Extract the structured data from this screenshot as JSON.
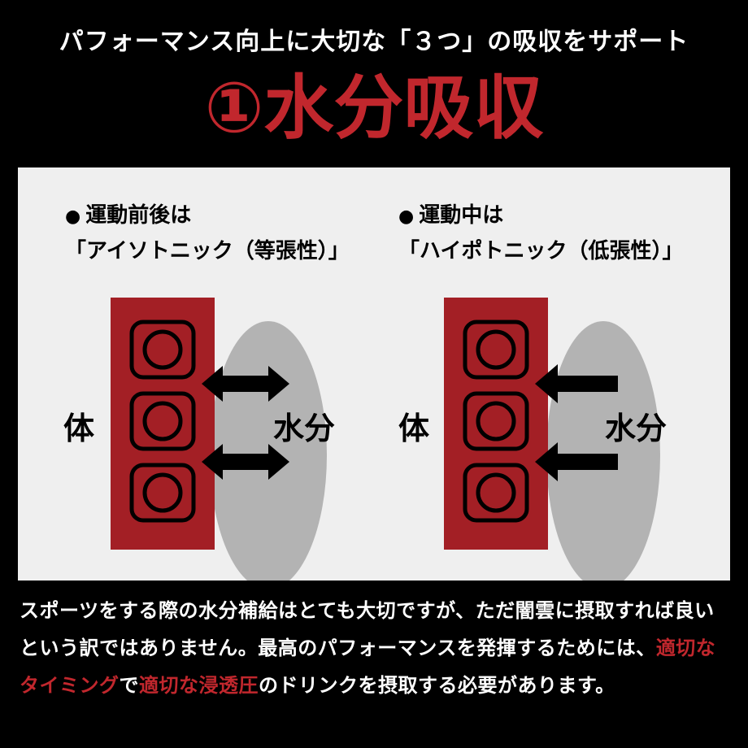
{
  "header": {
    "subtitle": "パフォーマンス向上に大切な「３つ」の吸収をサポート",
    "number": "①",
    "title": "水分吸収"
  },
  "panels": [
    {
      "heading": "運動前後は",
      "subheading": "「アイソトニック（等張性）」",
      "body_label": "体",
      "water_label": "水分",
      "arrow_type": "bidirectional"
    },
    {
      "heading": "運動中は",
      "subheading": "「ハイポトニック（低張性）」",
      "body_label": "体",
      "water_label": "水分",
      "arrow_type": "inward"
    }
  ],
  "description": {
    "part1": "スポーツをする際の水分補給はとても大切ですが、ただ闇雲に摂取すれば良いという訳ではありません。最高のパフォーマンスを発揮するためには、",
    "highlight1": "適切なタイミング",
    "part2": "で",
    "highlight2": "適切な浸透圧",
    "part3": "のドリンクを摂取する必要があります。"
  },
  "colors": {
    "accent_red": "#c1272d",
    "cell_red": "#a31f25",
    "water_gray": "#b3b3b3",
    "panel_bg": "#efefef"
  }
}
